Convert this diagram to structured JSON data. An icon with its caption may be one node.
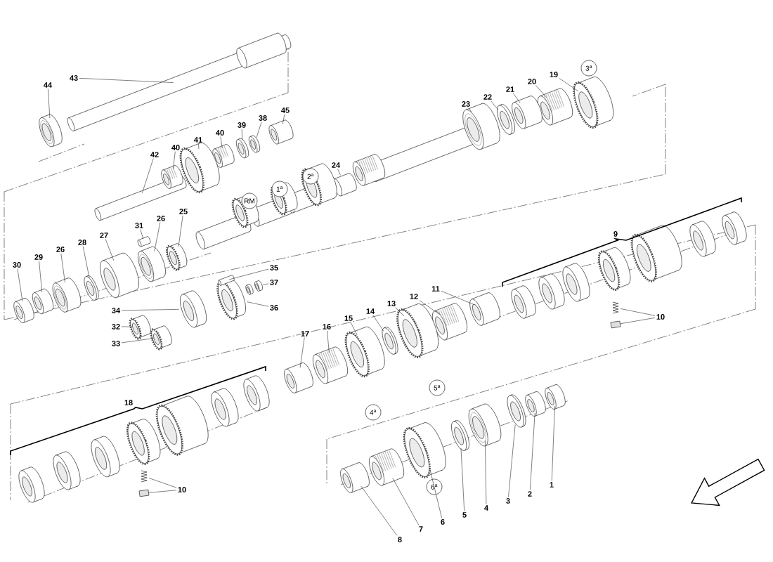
{
  "diagram": {
    "nodes": [
      {
        "text": [
          "44"
        ]
      },
      {
        "text": [
          "43"
        ]
      },
      {
        "text": [
          "45"
        ]
      },
      {
        "text": [
          "38"
        ]
      },
      {
        "text": [
          "39"
        ]
      },
      {
        "text": [
          "40"
        ]
      },
      {
        "text": [
          "41"
        ]
      },
      {
        "text": [
          "40"
        ]
      },
      {
        "text": [
          "42"
        ]
      },
      {
        "text": [
          "3$^{a}$"
        ]
      },
      {
        "text": [
          "19"
        ]
      },
      {
        "text": [
          "20"
        ]
      },
      {
        "text": [
          "21"
        ]
      },
      {
        "text": [
          "22"
        ]
      },
      {
        "text": [
          "23"
        ]
      },
      {
        "text": [
          "24"
        ]
      },
      {
        "text": [
          "2$^{a}$"
        ]
      },
      {
        "text": [
          "1$^{a}$"
        ]
      },
      {
        "text": [
          "RM"
        ]
      },
      {
        "text": [
          "25"
        ]
      },
      {
        "text": [
          "26"
        ]
      },
      {
        "text": [
          "31"
        ]
      },
      {
        "text": [
          "27"
        ]
      },
      {
        "text": [
          "28"
        ]
      },
      {
        "text": [
          "26"
        ]
      },
      {
        "text": [
          "29"
        ]
      },
      {
        "text": [
          "30"
        ]
      },
      {
        "text": [
          "35"
        ]
      },
      {
        "text": [
          "37"
        ]
      },
      {
        "text": [
          "36"
        ]
      },
      {
        "text": [
          "34"
        ]
      },
      {
        "text": [
          "32"
        ]
      },
      {
        "text": [
          "33"
        ]
      },
      {
        "text": [
          "11"
        ]
      },
      {
        "text": [
          "12"
        ]
      },
      {
        "text": [
          "13"
        ]
      },
      {
        "text": [
          "10"
        ]
      },
      {
        "text": [
          "14"
        ]
      },
      {
        "text": [
          "15"
        ]
      },
      {
        "text": [
          "16"
        ]
      },
      {
        "text": [
          "17"
        ]
      },
      {
        "text": [
          "5$^{a}$"
        ]
      },
      {
        "text": [
          "4$^{a}$"
        ]
      },
      {
        "text": [
          "10"
        ]
      },
      {
        "text": [
          "6$^{a}$"
        ]
      },
      {
        "text": [
          "1"
        ]
      },
      {
        "text": [
          "2"
        ]
      },
      {
        "text": [
          "3"
        ]
      },
      {
        "text": [
          "4"
        ]
      },
      {
        "text": [
          "5"
        ]
      },
      {
        "text": [
          "6"
        ]
      },
      {
        "text": [
          "7"
        ]
      },
      {
        "text": [
          "8"
        ]
      },
      {
        "text": [],
        "shape": "picture"
      },
      {
        "text": [],
        "shape": "picture"
      },
      {
        "text": [],
        "shape": "picture"
      },
      {
        "text": [],
        "shape": "picture"
      },
      {
        "text": [],
        "shape": "picture"
      },
      {
        "text": [],
        "shape": "picture"
      },
      {
        "text": [],
        "shape": "picture"
      },
      {
        "text": [],
        "shape": "picture"
      },
      {
        "text": [],
        "shape": "picture"
      },
      {
        "text": [],
        "shape": "picture"
      },
      {
        "text": [],
        "shape": "picture"
      },
      {
        "text": [],
        "shape": "picture"
      },
      {
        "text": [],
        "shape": "picture"
      },
      {
        "text": [],
        "shape": "picture"
      },
      {
        "text": [],
        "shape": "picture"
      },
      {
        "text": [],
        "shape": "picture"
      },
      {
        "text": [],
        "shape": "picture"
      },
      {
        "text": [],
        "shape": "picture"
      },
      {
        "text": [],
        "shape": "picture"
      },
      {
        "text": [],
        "shape": "picture"
      },
      {
        "text": [],
        "shape": "picture"
      },
      {
        "text": [],
        "shape": "picture"
      },
      {
        "text": [],
        "shape": "picture"
      },
      {
        "text": [],
        "shape": "picture"
      },
      {
        "text": [],
        "shape": "picture"
      },
      {
        "text": [],
        "shape": "picture"
      },
      {
        "text": [],
        "shape": "picture"
      },
      {
        "text": [],
        "shape": "picture"
      },
      {
        "text": [],
        "shape": "picture"
      },
      {
        "text": [],
        "shape": "picture"
      },
      {
        "text": [],
        "shape": "picture"
      },
      {
        "text": [],
        "shape": "picture"
      },
      {
        "text": [],
        "shape": "picture"
      },
      {
        "text": [],
        "shape": "box"
      },
      {
        "text": [],
        "shape": "picture"
      },
      {
        "text": [],
        "shape": "picture"
      },
      {
        "text": [],
        "shape": "picture"
      },
      {
        "text": [],
        "shape": "picture"
      },
      {
        "text": [],
        "shape": "picture"
      },
      {
        "text": [],
        "shape": "box"
      },
      {
        "text": [],
        "shape": "picture"
      },
      {
        "text": [],
        "shape": "picture"
      },
      {
        "text": [],
        "shape": "picture"
      },
      {
        "text": [],
        "shape": "picture"
      },
      {
        "text": [],
        "shape": "picture"
      },
      {
        "text": [],
        "shape": "picture"
      },
      {
        "text": [],
        "shape": "picture"
      },
      {
        "text": [],
        "shape": "picture"
      }
    ],
    "edges": [
      {
        "from": 0,
        "to": 53,
        "arrow": "none"
      },
      {
        "from": 1,
        "to": 54,
        "arrow": "none"
      },
      {
        "from": 2,
        "to": 55,
        "arrow": "none"
      },
      {
        "from": 3,
        "to": 56,
        "arrow": "none"
      },
      {
        "from": 4,
        "to": 57,
        "arrow": "none"
      },
      {
        "from": 5,
        "to": 58,
        "arrow": "none"
      },
      {
        "from": 6,
        "to": 59,
        "arrow": "none"
      },
      {
        "from": 7,
        "to": 60,
        "arrow": "none"
      },
      {
        "from": 8,
        "to": 61,
        "arrow": "none"
      },
      {
        "from": 10,
        "to": 62,
        "arrow": "none"
      },
      {
        "from": 11,
        "to": 63,
        "arrow": "none"
      },
      {
        "from": 12,
        "to": 64,
        "arrow": "none"
      },
      {
        "from": 13,
        "to": 65,
        "arrow": "none"
      },
      {
        "from": 14,
        "to": 66,
        "arrow": "none"
      },
      {
        "from": 15,
        "to": 67,
        "arrow": "none"
      },
      {
        "from": 19,
        "to": 68,
        "arrow": "none"
      },
      {
        "from": 20,
        "to": 69,
        "arrow": "none"
      },
      {
        "from": 21,
        "to": 70,
        "arrow": "none"
      },
      {
        "from": 22,
        "to": 71,
        "arrow": "none"
      },
      {
        "from": 23,
        "to": 72,
        "arrow": "none"
      },
      {
        "from": 24,
        "to": 73,
        "arrow": "none"
      },
      {
        "from": 25,
        "to": 74,
        "arrow": "none"
      },
      {
        "from": 26,
        "to": 75,
        "arrow": "none"
      },
      {
        "from": 27,
        "to": 76,
        "arrow": "none"
      },
      {
        "from": 28,
        "to": 77,
        "arrow": "none"
      },
      {
        "from": 29,
        "to": 78,
        "arrow": "none"
      },
      {
        "from": 30,
        "to": 79,
        "arrow": "none"
      },
      {
        "from": 31,
        "to": 80,
        "arrow": "none"
      },
      {
        "from": 32,
        "to": 81,
        "arrow": "none"
      },
      {
        "from": 33,
        "to": 82,
        "arrow": "none"
      },
      {
        "from": 34,
        "to": 83,
        "arrow": "none"
      },
      {
        "from": 35,
        "to": 84,
        "arrow": "none"
      },
      {
        "from": 36,
        "to": 85,
        "arrow": "none"
      },
      {
        "from": 36,
        "to": 86,
        "arrow": "none"
      },
      {
        "from": 37,
        "to": 87,
        "arrow": "none"
      },
      {
        "from": 38,
        "to": 88,
        "arrow": "none"
      },
      {
        "from": 39,
        "to": 89,
        "arrow": "none"
      },
      {
        "from": 40,
        "to": 90,
        "arrow": "none"
      },
      {
        "from": 43,
        "to": 91,
        "arrow": "none"
      },
      {
        "from": 43,
        "to": 92,
        "arrow": "none"
      },
      {
        "from": 45,
        "to": 93,
        "arrow": "none"
      },
      {
        "from": 46,
        "to": 94,
        "arrow": "none"
      },
      {
        "from": 47,
        "to": 95,
        "arrow": "none"
      },
      {
        "from": 48,
        "to": 96,
        "arrow": "none"
      },
      {
        "from": 49,
        "to": 97,
        "arrow": "none"
      },
      {
        "from": 50,
        "to": 98,
        "arrow": "none"
      },
      {
        "from": 51,
        "to": 99,
        "arrow": "none"
      },
      {
        "from": 52,
        "to": 100,
        "arrow": "none"
      }
    ],
    "labels": [
      "9",
      "18"
    ]
  }
}
